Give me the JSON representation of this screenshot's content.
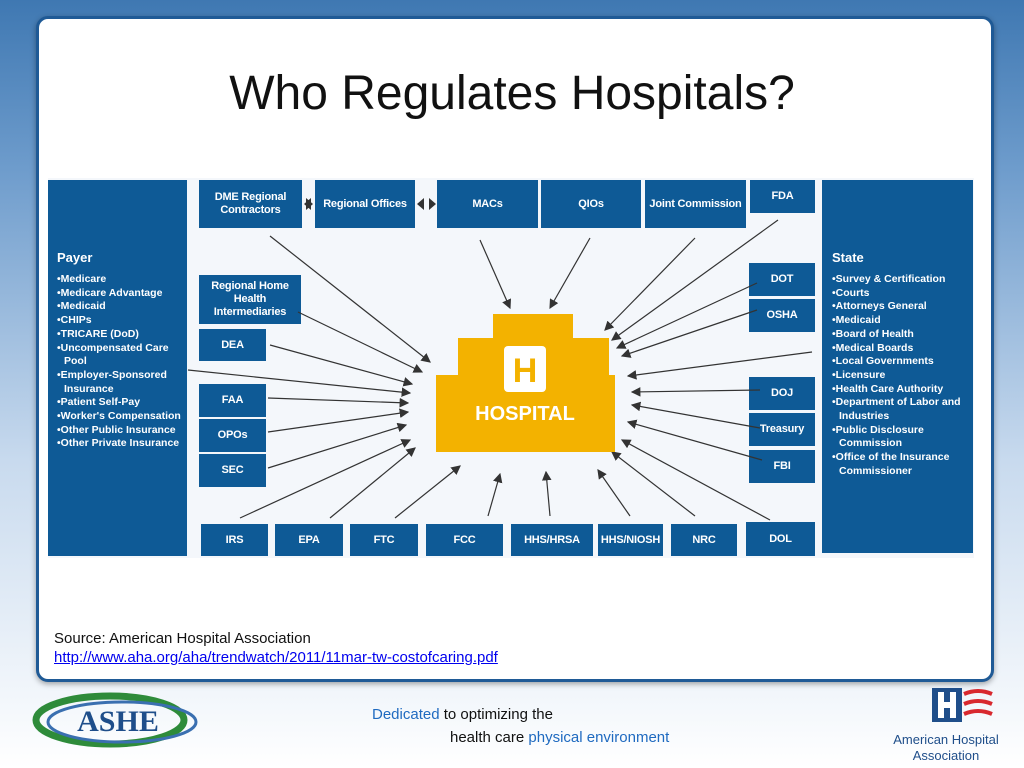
{
  "title": "Who Regulates Hospitals?",
  "payer": {
    "heading": "Payer",
    "items": [
      "•Medicare",
      "•Medicare Advantage",
      "•Medicaid",
      "•CHIPs",
      "•TRICARE (DoD)",
      "•Uncompensated Care Pool",
      "•Employer-Sponsored Insurance",
      "•Patient Self-Pay",
      "•Worker's Compensation",
      "•Other Public Insurance",
      "•Other Private Insurance"
    ]
  },
  "state": {
    "heading": "State",
    "items": [
      "•Survey & Certification",
      "•Courts",
      "•Attorneys General",
      "•Medicaid",
      "•Board of Health",
      "•Medical Boards",
      "•Local Governments",
      "•Licensure",
      "•Health Care Authority",
      "•Department of Labor and Industries",
      "•Public Disclosure Commission",
      "•Office of the Insurance Commissioner"
    ]
  },
  "boxes": {
    "dme": "DME Regional Contractors",
    "regional_offices": "Regional Offices",
    "macs": "MACs",
    "qios": "QIOs",
    "joint_commission": "Joint Commission",
    "fda": "FDA",
    "rhhi": "Regional Home Health Intermediaries",
    "dea": "DEA",
    "faa": "FAA",
    "opos": "OPOs",
    "sec": "SEC",
    "dot": "DOT",
    "osha": "OSHA",
    "doj": "DOJ",
    "treasury": "Treasury",
    "fbi": "FBI",
    "irs": "IRS",
    "epa": "EPA",
    "ftc": "FTC",
    "fcc": "FCC",
    "hhs_hrsa": "HHS/HRSA",
    "hhs_niosh": "HHS/NIOSH",
    "nrc": "NRC",
    "dol": "DOL"
  },
  "hospital": {
    "letter": "H",
    "label": "HOSPITAL"
  },
  "source": {
    "text": "Source: American Hospital Association",
    "link": "http://www.aha.org/aha/trendwatch/2011/11mar-tw-costofcaring.pdf"
  },
  "footer": {
    "ashe_logo": "ASHE",
    "tagline_w1": "Dedicated",
    "tagline_w2": " to optimizing the",
    "tagline_w3": "health care ",
    "tagline_w4": "physical environment",
    "aha_line1": "American Hospital",
    "aha_line2": "Association"
  },
  "colors": {
    "box": "#0e5a96",
    "hospital": "#f3b200",
    "frame": "#1f5a96"
  }
}
